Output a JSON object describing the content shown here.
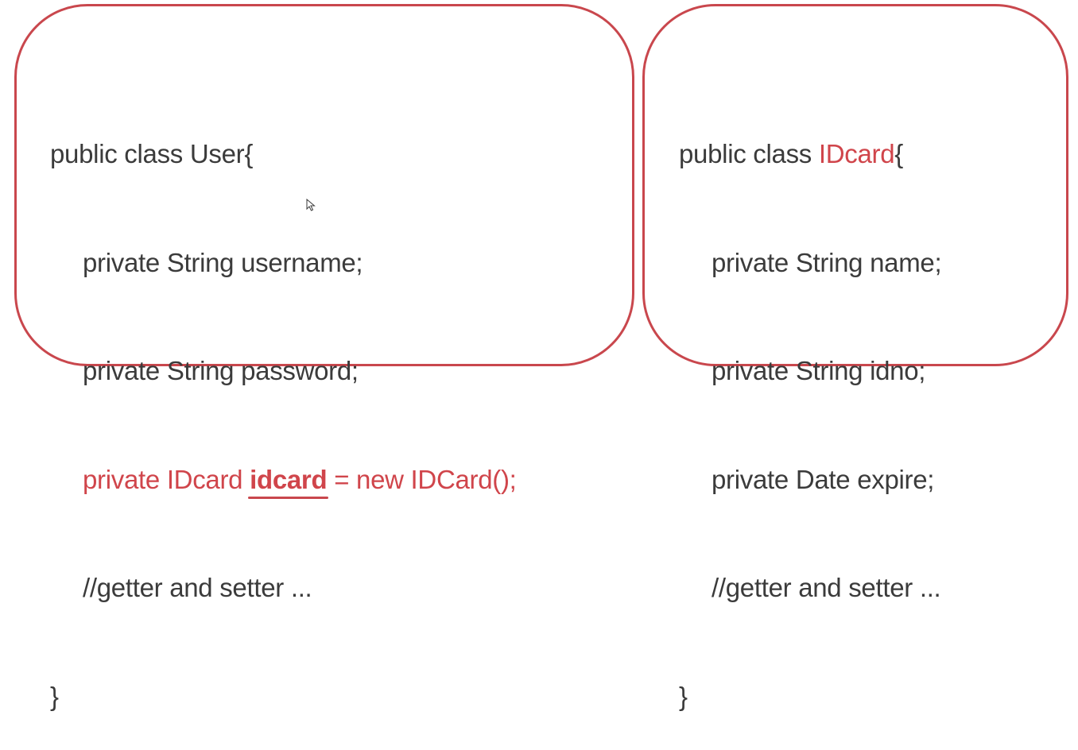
{
  "colors": {
    "border": "#c9474d",
    "highlight": "#d0454b",
    "text": "#3b3b3b"
  },
  "user_class": {
    "line1_prefix": "public class User{",
    "line2": "private String username;",
    "line3": "private String password;",
    "line4_pre": "private IDcard ",
    "line4_var": "idcard",
    "line4_post": " = new IDCard();",
    "line5": "//getter and setter ...",
    "line6": "}"
  },
  "idcard_class": {
    "line1_prefix": "public class ",
    "line1_name": "IDcard",
    "line1_suffix": "{",
    "line2": "private String name;",
    "line3": "private String idno;",
    "line4": "private Date expire;",
    "line5": "//getter and setter ...",
    "line6": "}"
  },
  "cursor": {
    "icon": "mouse-pointer-icon"
  }
}
